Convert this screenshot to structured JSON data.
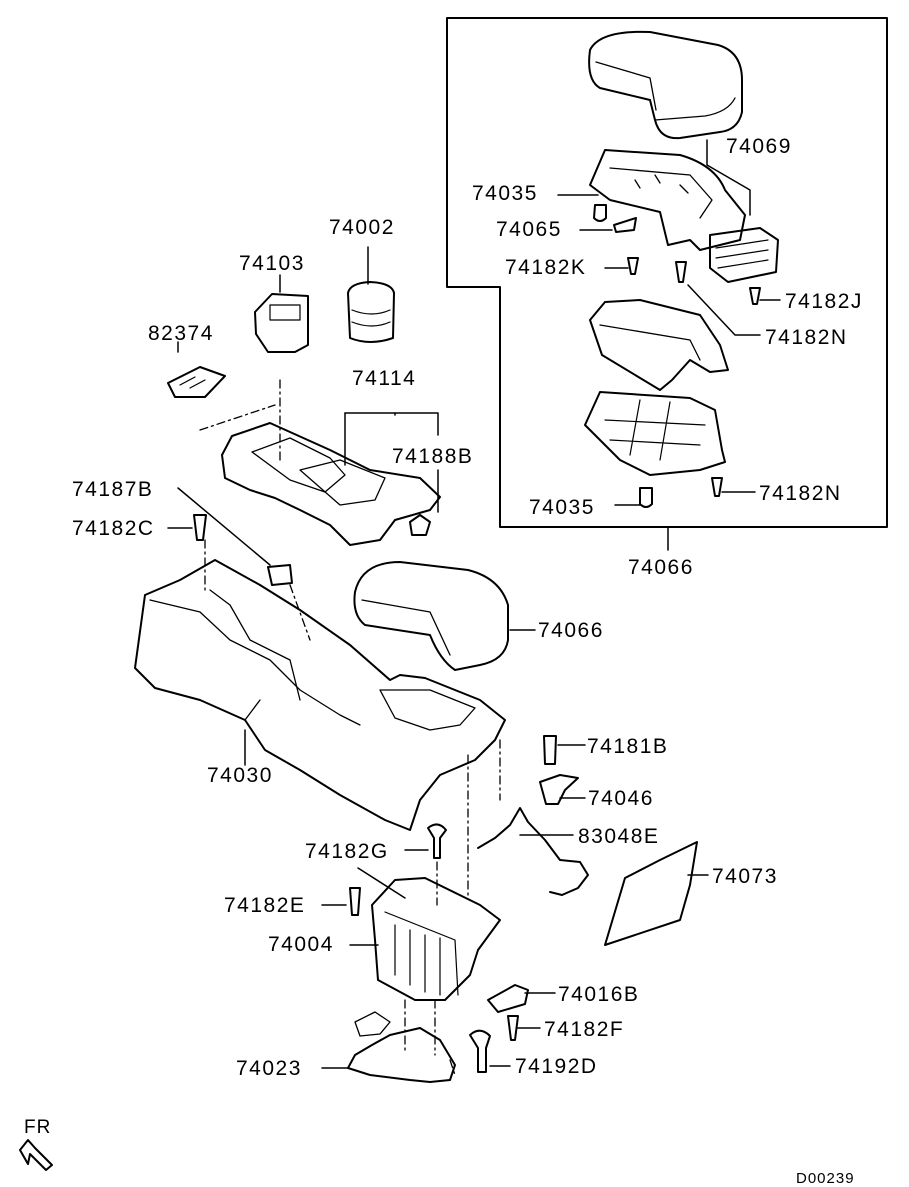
{
  "labels": {
    "p74069": "74069",
    "p74035_top": "74035",
    "p74065": "74065",
    "p74182K": "74182K",
    "p74182J": "74182J",
    "p74182N_top": "74182N",
    "p74182N_low": "74182N",
    "p74035_low": "74035",
    "p74066_box": "74066",
    "p74002": "74002",
    "p74103": "74103",
    "p82374": "82374",
    "p74114": "74114",
    "p74188B": "74188B",
    "p74187B": "74187B",
    "p74182C": "74182C",
    "p74066": "74066",
    "p74030": "74030",
    "p74181B": "74181B",
    "p74046": "74046",
    "p83048E": "83048E",
    "p74182G": "74182G",
    "p74073": "74073",
    "p74182E": "74182E",
    "p74004": "74004",
    "p74016B": "74016B",
    "p74182F": "74182F",
    "p74023": "74023",
    "p74192D": "74192D"
  },
  "direction": {
    "label": "FR"
  },
  "diagram_code": "D00239"
}
